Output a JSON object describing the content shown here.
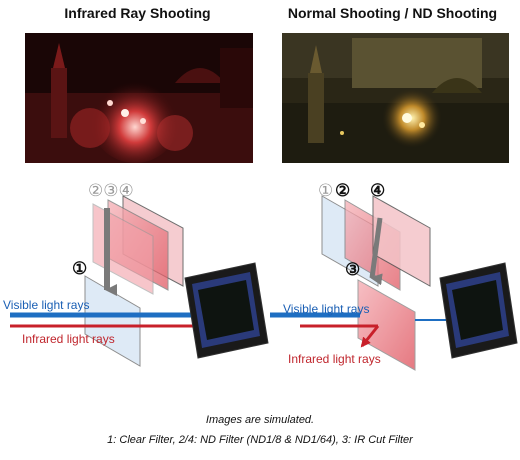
{
  "titles": {
    "left": "Infrared Ray Shooting",
    "right": "Normal Shooting / ND Shooting"
  },
  "left_diagram": {
    "filter_numbers_top": "②③④",
    "filter_number_front": "①",
    "visible_label": "Visible light rays",
    "infrared_label": "Infrared light rays"
  },
  "right_diagram": {
    "num1": "①",
    "num2": "②",
    "num4": "④",
    "num3": "③",
    "visible_label": "Visible light rays",
    "infrared_label": "Infrared light rays"
  },
  "captions": {
    "line1": "Images are simulated.",
    "line2": "1: Clear Filter, 2/4: ND Filter (ND1/8 & ND1/64), 3: IR Cut Filter"
  },
  "colors": {
    "visible_ray": "#1e6ec2",
    "infrared_ray": "#c8202a",
    "nd_filter": "#e88a92",
    "clear_filter": "#d6e6f6"
  }
}
